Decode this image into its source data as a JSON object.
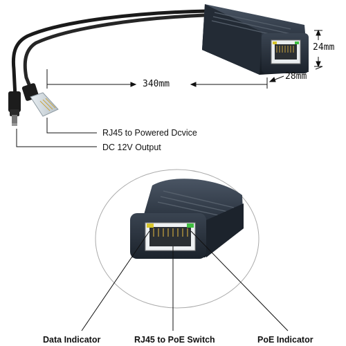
{
  "dimensions": {
    "length": "340mm",
    "height": "24mm",
    "width": "28mm"
  },
  "callouts": {
    "rj45_powered": "RJ45 to Powered Dcvice",
    "dc_output": "DC 12V Output"
  },
  "bottom_labels": {
    "data_indicator": "Data Indicator",
    "rj45_switch": "RJ45 to PoE Switch",
    "poe_indicator": "PoE Indicator"
  },
  "colors": {
    "housing": "#2b3440",
    "housing_dark": "#151b22",
    "led_green": "#3fbf3f",
    "led_yellow": "#d8c62a",
    "gold_pin": "#c8a440"
  },
  "icons": [
    "rj45-plug-icon",
    "dc-barrel-plug-icon",
    "poe-splitter-icon"
  ]
}
